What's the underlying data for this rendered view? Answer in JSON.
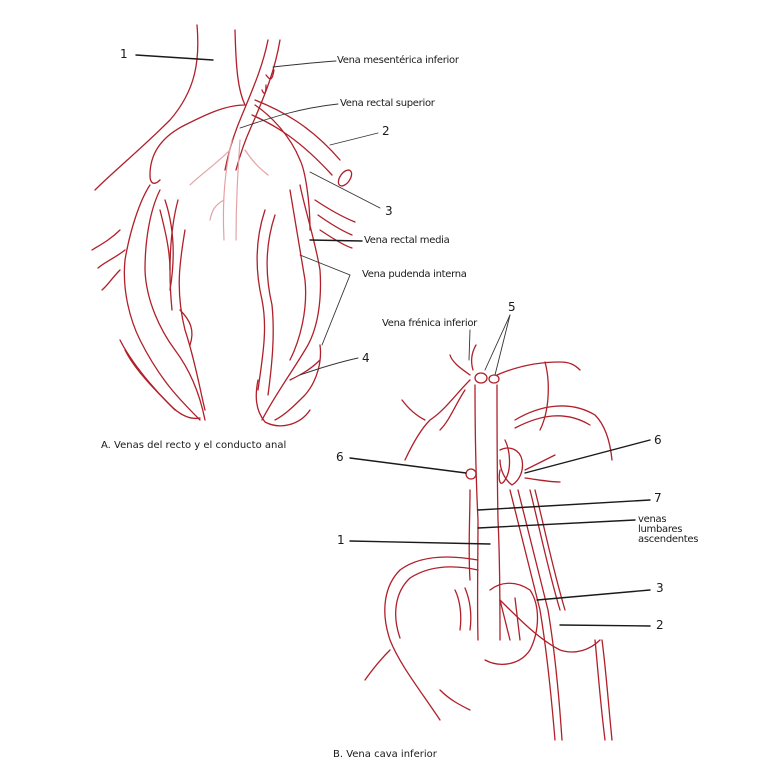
{
  "figure_a": {
    "caption": "A. Venas del recto y el conducto anal",
    "labels": {
      "n1": "1",
      "vena_mesenterica_inferior": "Vena mesentérica inferior",
      "vena_rectal_superior": "Vena rectal superior",
      "n2": "2",
      "n3": "3",
      "vena_rectal_media": "Vena rectal media",
      "vena_pudenda_interna": "Vena pudenda interna",
      "n4": "4"
    }
  },
  "figure_b": {
    "caption": "B. Vena cava inferior",
    "labels": {
      "vena_frenica_inferior": "Vena frénica inferior",
      "n5": "5",
      "n6_left": "6",
      "n6_right": "6",
      "n7": "7",
      "venas_lumbares_ascendentes": "venas\nlumbares\nascendentes",
      "n1": "1",
      "n3": "3",
      "n2": "2"
    }
  },
  "colors": {
    "vein_stroke": "#b0202a",
    "vein_light": "#e3a3a6",
    "leader_line": "#1a1a1a",
    "background": "#ffffff"
  }
}
